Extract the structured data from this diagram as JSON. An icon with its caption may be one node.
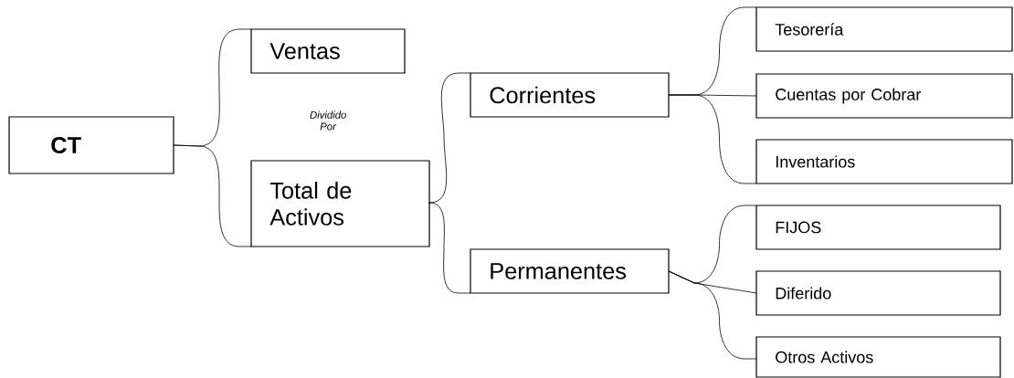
{
  "diagram": {
    "nodes": [
      {
        "text": [
          "CT"
        ]
      },
      {
        "text": [
          "Ventas"
        ]
      },
      {
        "text": [
          "Total de Activos"
        ]
      },
      {
        "text": [
          "Corrientes"
        ]
      },
      {
        "text": [
          "Permanentes"
        ]
      },
      {
        "text": [
          "Tesorería"
        ]
      },
      {
        "text": [
          "Cuentas por Cobrar"
        ]
      },
      {
        "text": [
          "Inventarios"
        ]
      },
      {
        "text": [
          "FIJOS"
        ]
      },
      {
        "text": [
          "Diferido"
        ]
      },
      {
        "text": [
          "Otros Activos"
        ]
      }
    ],
    "edges": [
      {
        "from": 0,
        "to": 1,
        "arrow": "none"
      },
      {
        "from": 0,
        "to": 2,
        "arrow": "none"
      },
      {
        "from": 2,
        "to": 3,
        "arrow": "none"
      },
      {
        "from": 2,
        "to": 4,
        "arrow": "none"
      },
      {
        "from": 3,
        "to": 5,
        "arrow": "none"
      },
      {
        "from": 3,
        "to": 6,
        "arrow": "none"
      },
      {
        "from": 3,
        "to": 7,
        "arrow": "none"
      },
      {
        "from": 4,
        "to": 8,
        "arrow": "none"
      },
      {
        "from": 4,
        "to": 9,
        "arrow": "none"
      },
      {
        "from": 4,
        "to": 10,
        "arrow": "none"
      }
    ],
    "labels": [
      "Dividido Por"
    ]
  }
}
